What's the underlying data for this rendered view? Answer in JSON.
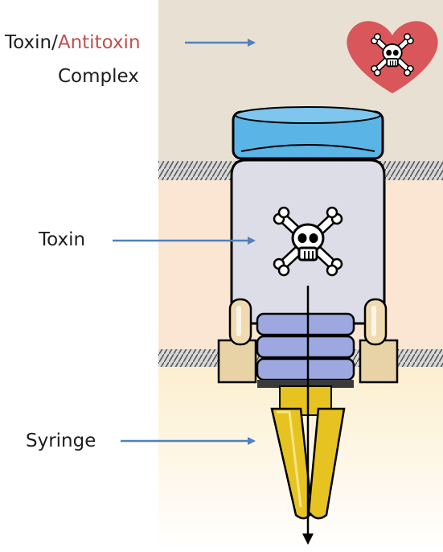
{
  "labels": {
    "toxin_antitoxin_part1": "Toxin/",
    "toxin_antitoxin_part2": "Antitoxin",
    "complex": "Complex",
    "toxin": "Toxin",
    "syringe": "Syringe"
  },
  "colors": {
    "accent": "#c0504d",
    "arrow": "#4f81bd",
    "outer_band": "#e8e0d3",
    "membrane_space": "#fbe6d3",
    "cytoplasm": "#fdf6e6",
    "heart": "#d9565a",
    "lid": "#5ab4e6",
    "jar": "#dcdde6",
    "rings": "#9ea8e0",
    "clamps": "#e8d3a6",
    "needle": "#e6c320"
  },
  "icons": [
    "heart-icon",
    "skull-crossbones-icon"
  ]
}
